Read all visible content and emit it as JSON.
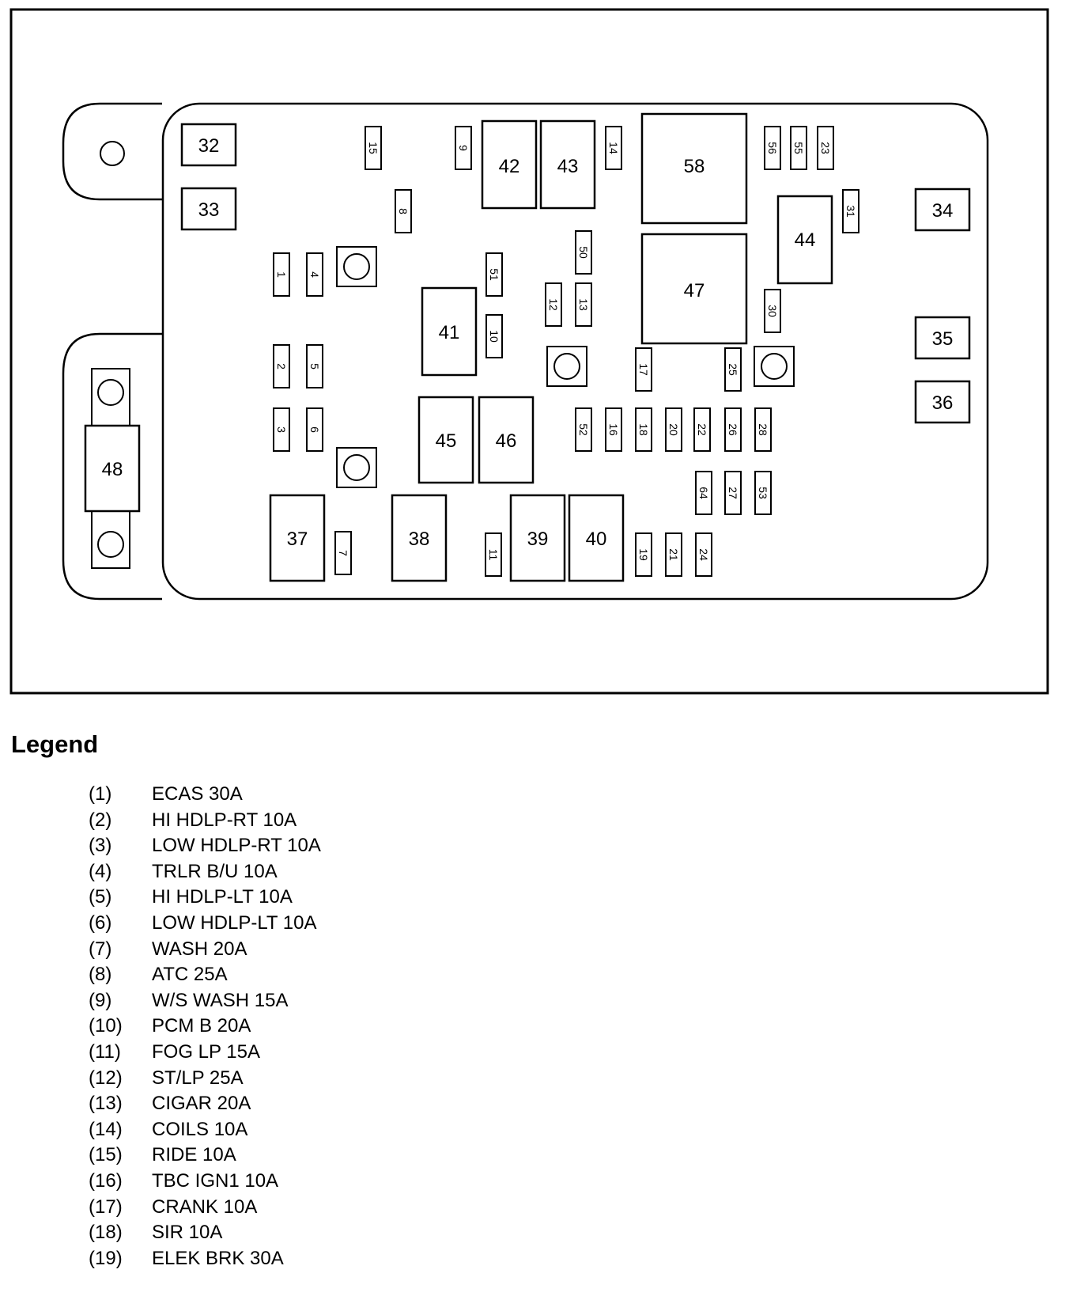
{
  "diagram": {
    "large_components": [
      "32",
      "33",
      "34",
      "35",
      "36",
      "37",
      "38",
      "39",
      "40",
      "41",
      "42",
      "43",
      "44",
      "45",
      "46",
      "47",
      "48",
      "58"
    ],
    "fuses": [
      "1",
      "2",
      "3",
      "4",
      "5",
      "6",
      "7",
      "8",
      "9",
      "10",
      "11",
      "12",
      "13",
      "14",
      "15",
      "16",
      "17",
      "18",
      "19",
      "20",
      "21",
      "22",
      "23",
      "24",
      "25",
      "26",
      "27",
      "28",
      "30",
      "31",
      "50",
      "51",
      "52",
      "53",
      "55",
      "56",
      "64"
    ]
  },
  "legend": {
    "title": "Legend",
    "items": [
      {
        "num": "(1)",
        "desc": "ECAS 30A"
      },
      {
        "num": "(2)",
        "desc": "HI HDLP-RT 10A"
      },
      {
        "num": "(3)",
        "desc": "LOW HDLP-RT 10A"
      },
      {
        "num": "(4)",
        "desc": "TRLR B/U 10A"
      },
      {
        "num": "(5)",
        "desc": "HI HDLP-LT 10A"
      },
      {
        "num": "(6)",
        "desc": "LOW HDLP-LT 10A"
      },
      {
        "num": "(7)",
        "desc": "WASH 20A"
      },
      {
        "num": "(8)",
        "desc": "ATC 25A"
      },
      {
        "num": "(9)",
        "desc": "W/S WASH 15A"
      },
      {
        "num": "(10)",
        "desc": "PCM B 20A"
      },
      {
        "num": "(11)",
        "desc": "FOG LP 15A"
      },
      {
        "num": "(12)",
        "desc": "ST/LP 25A"
      },
      {
        "num": "(13)",
        "desc": "CIGAR 20A"
      },
      {
        "num": "(14)",
        "desc": "COILS 10A"
      },
      {
        "num": "(15)",
        "desc": "RIDE 10A"
      },
      {
        "num": "(16)",
        "desc": "TBC IGN1 10A"
      },
      {
        "num": "(17)",
        "desc": "CRANK 10A"
      },
      {
        "num": "(18)",
        "desc": "SIR 10A"
      },
      {
        "num": "(19)",
        "desc": "ELEK BRK 30A"
      }
    ]
  }
}
